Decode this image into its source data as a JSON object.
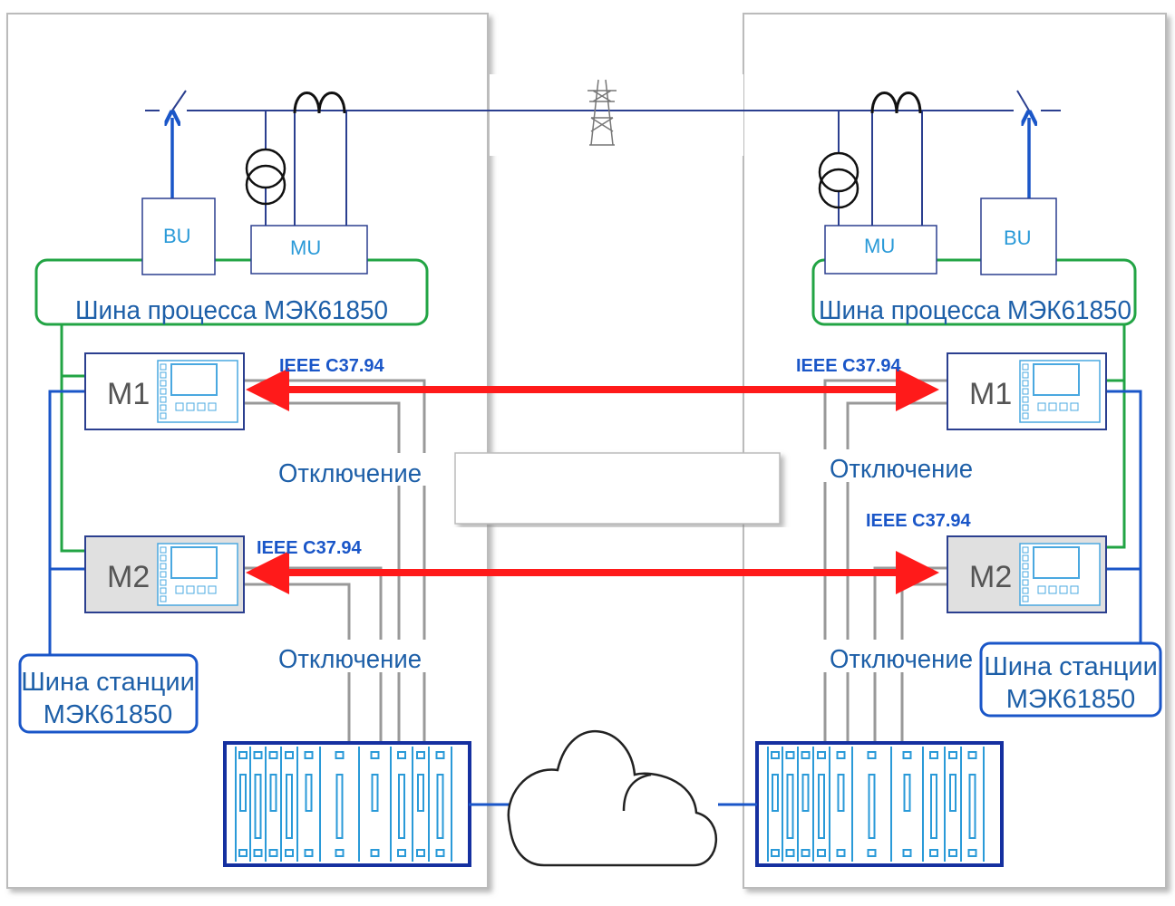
{
  "left": {
    "bu_label": "BU",
    "mu_label": "MU",
    "process_bus": "Шина процесса МЭК61850",
    "m1_label": "M1",
    "m2_label": "M2",
    "ieee_m1": "IEEE C37.94",
    "ieee_m2": "IEEE C37.94",
    "trip_1": "Отключение",
    "trip_2": "Отключение",
    "station_bus_line1": "Шина станции",
    "station_bus_line2": "МЭК61850"
  },
  "right": {
    "bu_label": "BU",
    "mu_label": "MU",
    "process_bus": "Шина процесса МЭК61850",
    "m1_label": "M1",
    "m2_label": "M2",
    "ieee_m1": "IEEE C37.94",
    "ieee_m2": "IEEE C37.94",
    "trip_1": "Отключение",
    "trip_2": "Отключение",
    "station_bus_line1": "Шина станции",
    "station_bus_line2": "МЭК61850"
  },
  "colors": {
    "process_bus": "#22a444",
    "station_bus": "#1a56c8",
    "teleprotection_link": "#ff1a1a",
    "trip_wiring": "#999999",
    "power_line": "#2b3f8f"
  }
}
